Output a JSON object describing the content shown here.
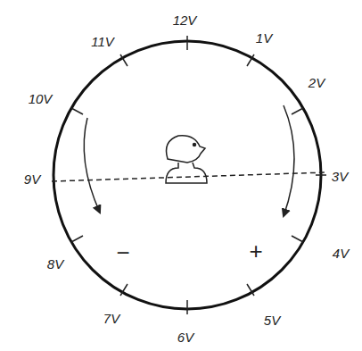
{
  "diagram": {
    "labels": [
      "12V",
      "1V",
      "2V",
      "3V",
      "4V",
      "5V",
      "6V",
      "7V",
      "8V",
      "9V",
      "10V",
      "11V",
      "−",
      "+"
    ]
  }
}
